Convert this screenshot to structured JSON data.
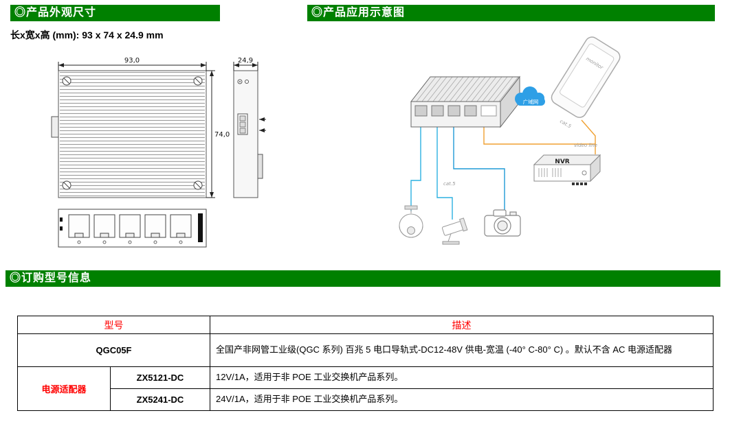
{
  "colors": {
    "section_green": "#008000",
    "table_red": "#ff0000",
    "cloud_blue": "#2e9fe6",
    "cable_orange": "#f0a030",
    "cable_cyan": "#2bb1e0"
  },
  "dimensions_section": {
    "title": "◎产品外观尺寸",
    "size_line": "长x宽x高 (mm): 93 x 74 x 24.9 mm",
    "width_label": "93,0",
    "height_label": "74,0",
    "depth_label": "24,9"
  },
  "application_section": {
    "title": "◎产品应用示意图",
    "monitor_label": "monitor",
    "wan_label": "广域网",
    "cat5_label_top": "cat.5",
    "cat5_label_left": "cat.5",
    "video_line_label": "video line",
    "nvr_label": "NVR"
  },
  "ordering_section": {
    "title": "◎订购型号信息",
    "table": {
      "col_model": "型号",
      "col_desc": "描述",
      "row_qgc": {
        "model": "QGC05F",
        "desc": "全国产非网管工业级(QGC 系列) 百兆 5 电口导轨式-DC12-48V 供电-宽温 (-40° C-80° C) 。默认不含 AC 电源适配器"
      },
      "adapter_group_label": "电源适配器",
      "row_zx5121": {
        "model": "ZX5121-DC",
        "desc": "12V/1A，适用于非 POE 工业交换机产品系列。"
      },
      "row_zx5241": {
        "model": "ZX5241-DC",
        "desc": "24V/1A，适用于非 POE 工业交换机产品系列。"
      }
    }
  }
}
